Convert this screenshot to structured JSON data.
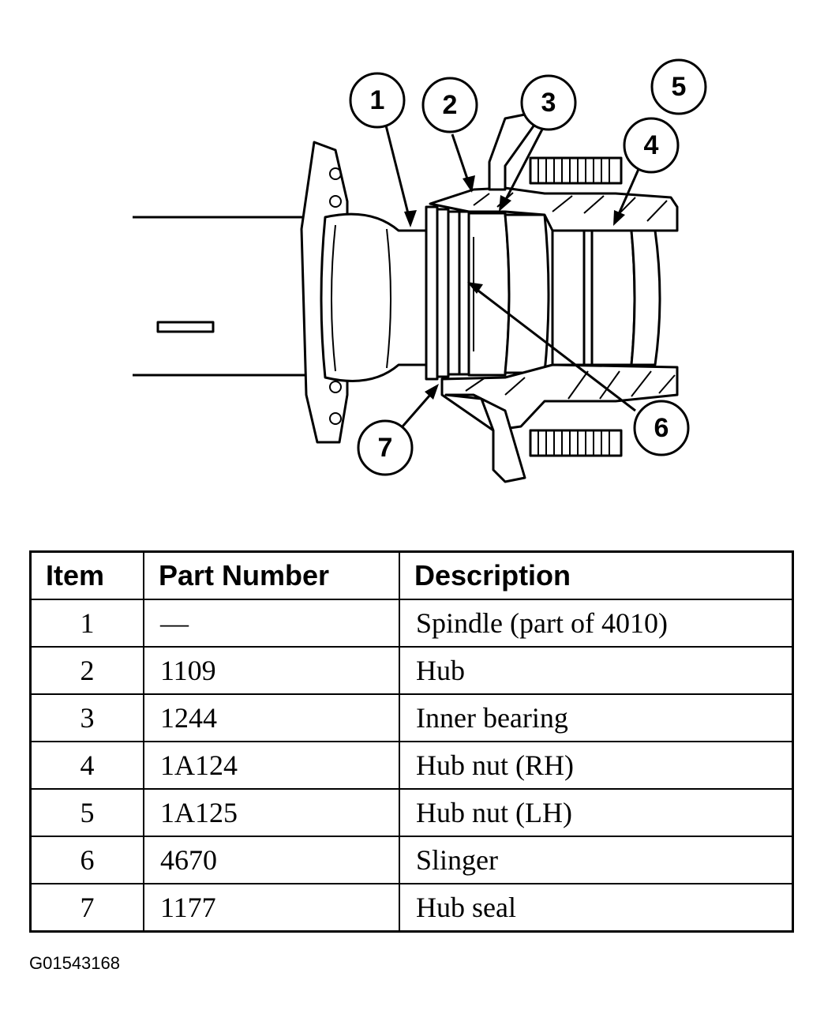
{
  "callouts": [
    "1",
    "2",
    "3",
    "4",
    "5",
    "6",
    "7"
  ],
  "table": {
    "headers": [
      "Item",
      "Part Number",
      "Description"
    ],
    "rows": [
      [
        "1",
        "—",
        "Spindle (part of 4010)"
      ],
      [
        "2",
        "1109",
        "Hub"
      ],
      [
        "3",
        "1244",
        "Inner bearing"
      ],
      [
        "4",
        "1A124",
        "Hub nut (RH)"
      ],
      [
        "5",
        "1A125",
        "Hub nut (LH)"
      ],
      [
        "6",
        "4670",
        "Slinger"
      ],
      [
        "7",
        "1177",
        "Hub seal"
      ]
    ]
  },
  "figure_id": "G01543168"
}
